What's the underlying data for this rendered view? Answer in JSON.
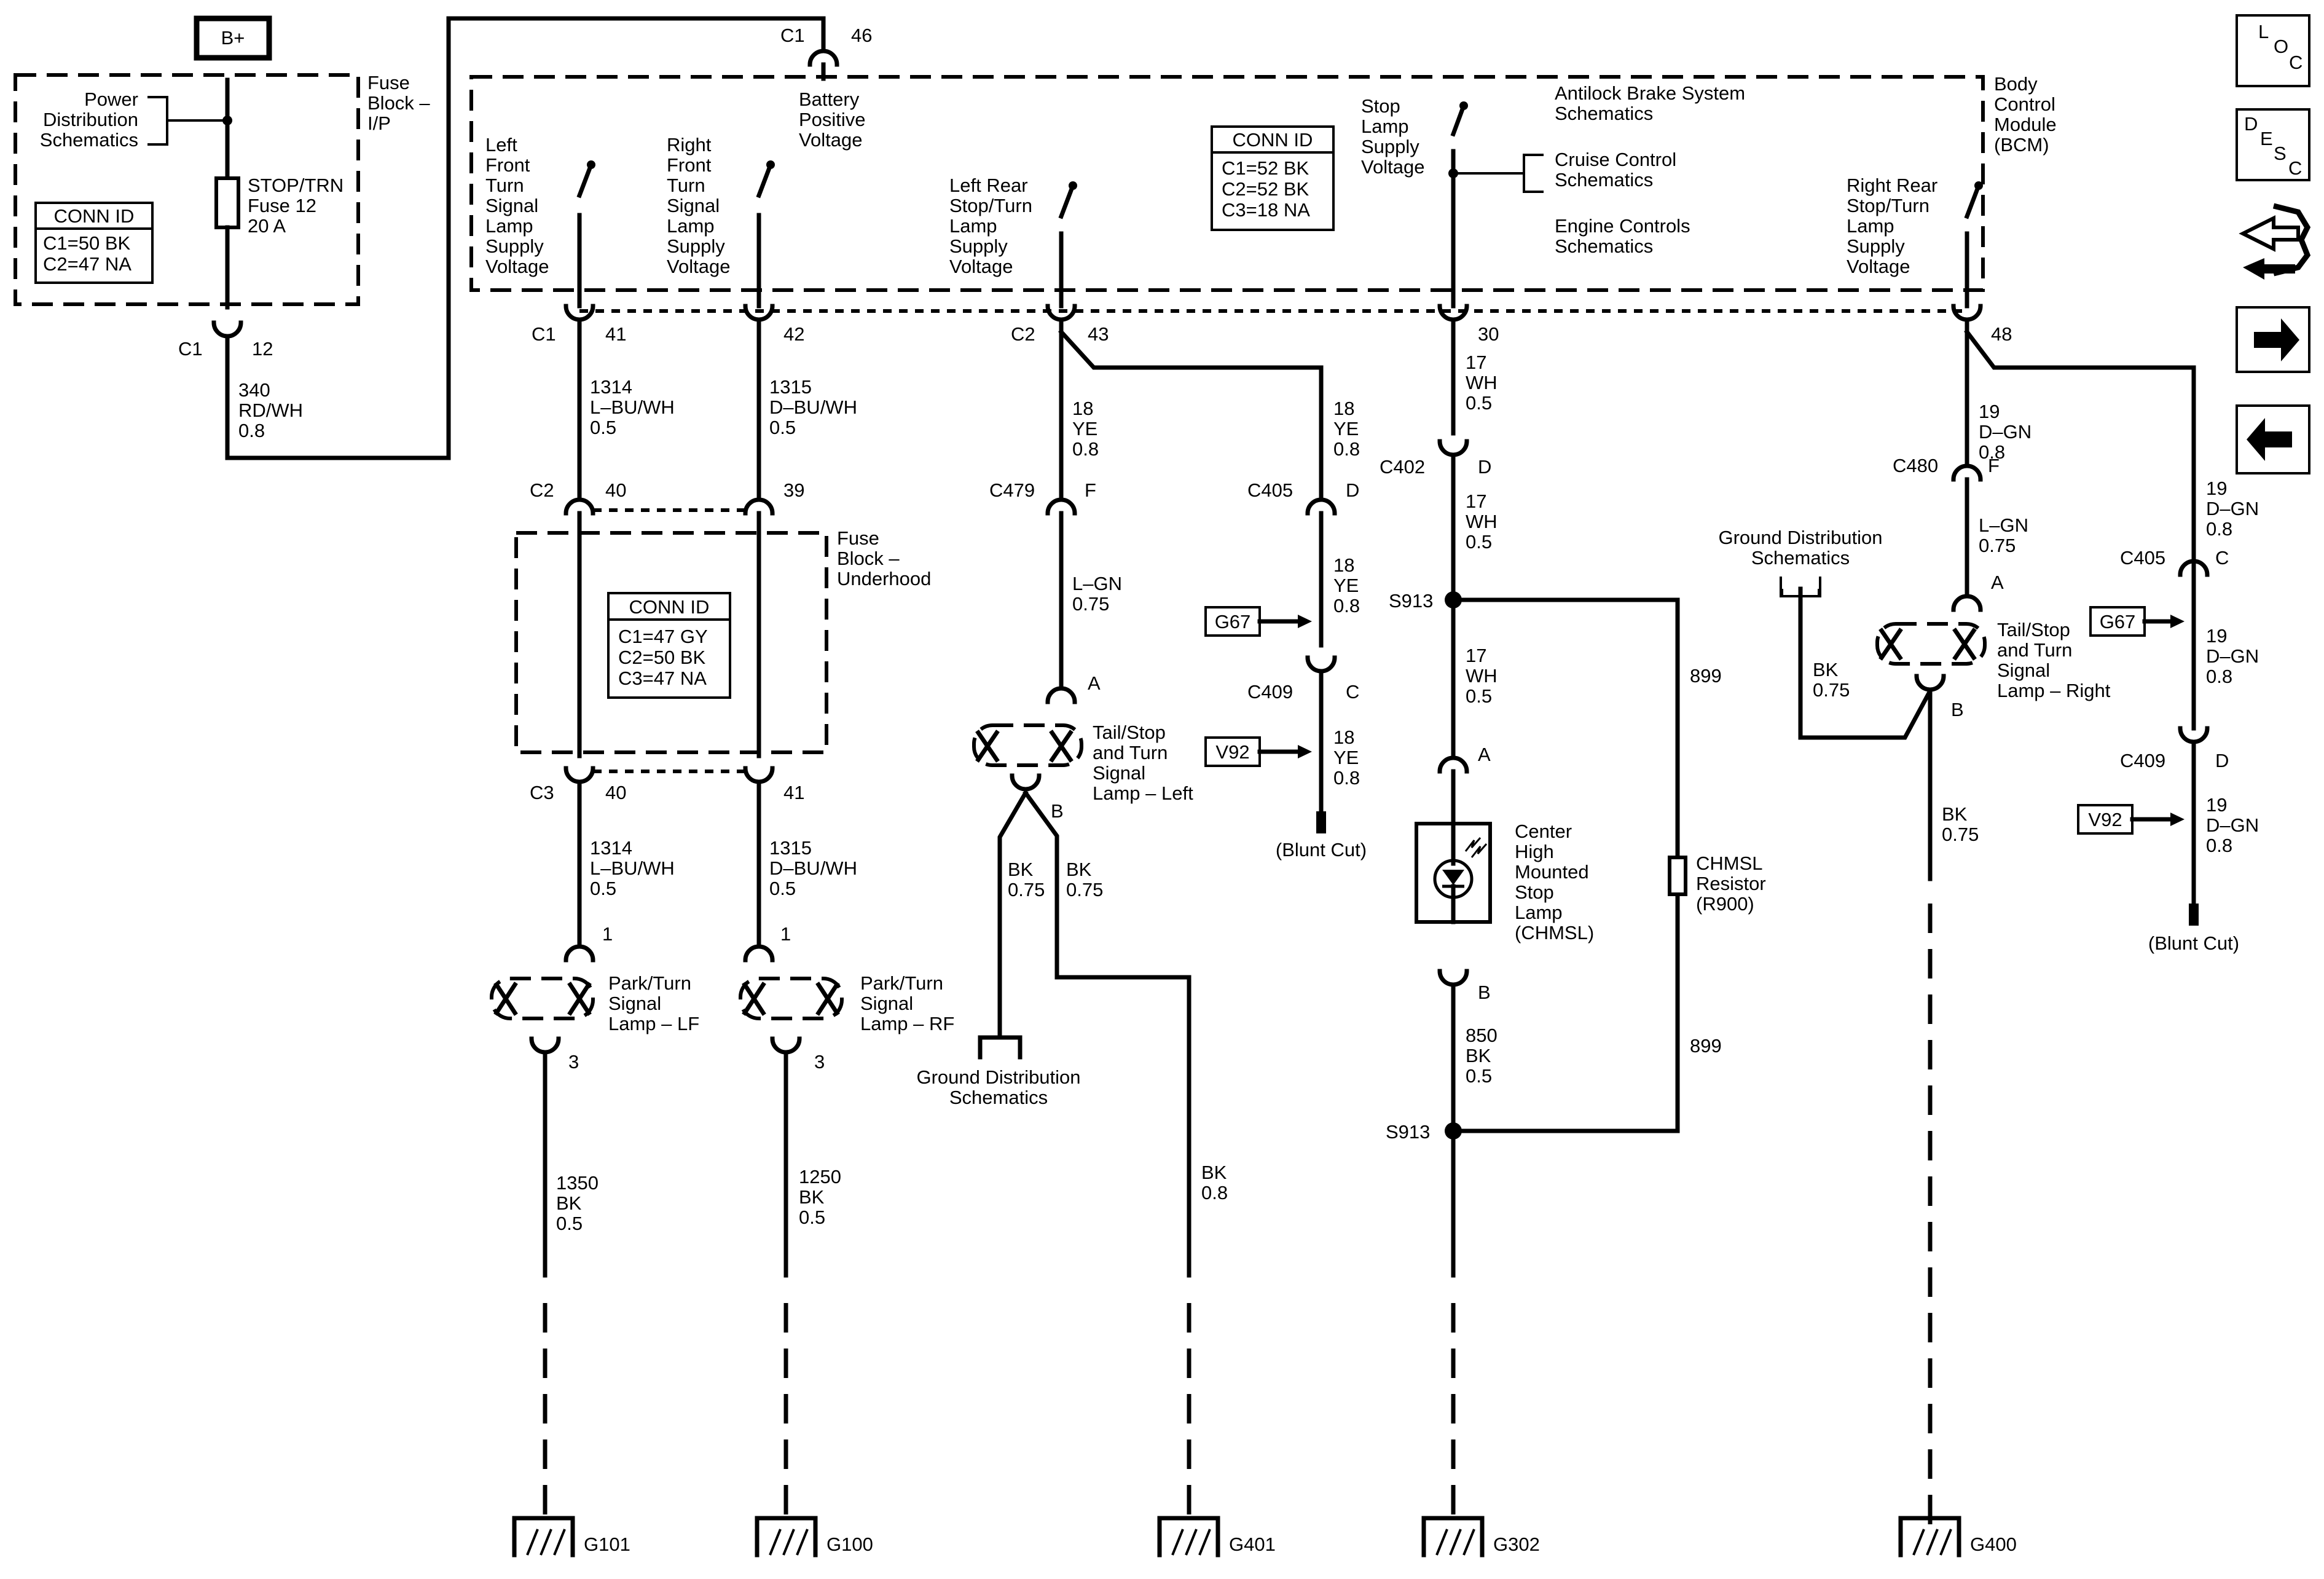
{
  "power": {
    "b_plus": "B+",
    "power_dist": [
      "Power",
      "Distribution",
      "Schematics"
    ],
    "fuse_block_ip": [
      "Fuse",
      "Block –",
      "I/P"
    ],
    "fuse_label": [
      "STOP/TRN",
      "Fuse 12",
      "20 A"
    ],
    "conn_id_title": "CONN ID",
    "conn_id_lines": [
      "C1=50 BK",
      "C2=47 NA"
    ],
    "c1_12": [
      "C1",
      "12"
    ],
    "wire_340": [
      "340",
      "RD/WH",
      "0.8"
    ],
    "c1_46": [
      "C1",
      "46"
    ]
  },
  "bcm": {
    "title": [
      "Body",
      "Control",
      "Module",
      "(BCM)"
    ],
    "battery": [
      "Battery",
      "Positive",
      "Voltage"
    ],
    "conn_id_title": "CONN ID",
    "conn_id_lines": [
      "C1=52 BK",
      "C2=52 BK",
      "C3=18 NA"
    ],
    "lf_supply": [
      "Left",
      "Front",
      "Turn",
      "Signal",
      "Lamp",
      "Supply",
      "Voltage"
    ],
    "rf_supply": [
      "Right",
      "Front",
      "Turn",
      "Signal",
      "Lamp",
      "Supply",
      "Voltage"
    ],
    "lr_supply": [
      "Left Rear",
      "Stop/Turn",
      "Lamp",
      "Supply",
      "Voltage"
    ],
    "stop_supply": [
      "Stop",
      "Lamp",
      "Supply",
      "Voltage"
    ],
    "abs": [
      "Antilock Brake System",
      "Schematics"
    ],
    "cruise": [
      "Cruise Control",
      "Schematics"
    ],
    "engine": [
      "Engine Controls",
      "Schematics"
    ],
    "rr_supply": [
      "Right Rear",
      "Stop/Turn",
      "Lamp",
      "Supply",
      "Voltage"
    ]
  },
  "pins": {
    "c1_41": [
      "C1",
      "41"
    ],
    "p42": "42",
    "c2_43": [
      "C2",
      "43"
    ],
    "p30": "30",
    "p48": "48",
    "c2_40": [
      "C2",
      "40"
    ],
    "p39": "39",
    "c3_40": [
      "C3",
      "40"
    ],
    "p41b": "41"
  },
  "wires": {
    "w1314a": [
      "1314",
      "L–BU/WH",
      "0.5"
    ],
    "w1315a": [
      "1315",
      "D–BU/WH",
      "0.5"
    ],
    "w1314b": [
      "1314",
      "L–BU/WH",
      "0.5"
    ],
    "w1315b": [
      "1315",
      "D–BU/WH",
      "0.5"
    ],
    "w18_ye_a": [
      "18",
      "YE",
      "0.8"
    ],
    "w18_ye_b": [
      "18",
      "YE",
      "0.8"
    ],
    "w18_ye_c": [
      "18",
      "YE",
      "0.8"
    ],
    "w18_ye_d": [
      "18",
      "YE",
      "0.8"
    ],
    "w_lgn_075": [
      "L–GN",
      "0.75"
    ],
    "w17_a": [
      "17",
      "WH",
      "0.5"
    ],
    "w17_b": [
      "17",
      "WH",
      "0.5"
    ],
    "w17_c": [
      "17",
      "WH",
      "0.5"
    ],
    "w850": [
      "850",
      "BK",
      "0.5"
    ],
    "w899_top": "899",
    "w899_bot": "899",
    "w19_dgn_a": [
      "19",
      "D–GN",
      "0.8"
    ],
    "w_lgn_075_r": [
      "L–GN",
      "0.75"
    ],
    "w19_dgn_b": [
      "19",
      "D–GN",
      "0.8"
    ],
    "w19_dgn_c": [
      "19",
      "D–GN",
      "0.8"
    ],
    "w19_dgn_d": [
      "19",
      "D–GN",
      "0.8"
    ],
    "w_bk075_l1": [
      "BK",
      "0.75"
    ],
    "w_bk075_l2": [
      "BK",
      "0.75"
    ],
    "w_bk075_r1": [
      "BK",
      "0.75"
    ],
    "w_bk075_r2": [
      "BK",
      "0.75"
    ],
    "w1350": [
      "1350",
      "BK",
      "0.5"
    ],
    "w1250": [
      "1250",
      "BK",
      "0.5"
    ],
    "w_bk08": [
      "BK",
      "0.8"
    ]
  },
  "fuse_underhood": {
    "title": [
      "Fuse",
      "Block –",
      "Underhood"
    ],
    "conn_id_title": "CONN ID",
    "conn_id_lines": [
      "C1=47 GY",
      "C2=50 BK",
      "C3=47 NA"
    ]
  },
  "connectors": {
    "c479": [
      "C479",
      "F"
    ],
    "c479_a": "A",
    "c405_d": [
      "C405",
      "D"
    ],
    "c409_c": [
      "C409",
      "C"
    ],
    "c402_d": [
      "C402",
      "D"
    ],
    "s913_top": "S913",
    "s913_bot": "S913",
    "chmsl_a": "A",
    "chmsl_b": "B",
    "c480_f": [
      "C480",
      "F"
    ],
    "c480_a": "A",
    "c405_c": [
      "C405",
      "C"
    ],
    "c409_d": [
      "C409",
      "D"
    ],
    "lf_1": "1",
    "lf_3": "3",
    "rf_1": "1",
    "rf_3": "3",
    "tl_b": "B",
    "tr_b": "B"
  },
  "components": {
    "lamp_lf": [
      "Park/Turn",
      "Signal",
      "Lamp – LF"
    ],
    "lamp_rf": [
      "Park/Turn",
      "Signal",
      "Lamp – RF"
    ],
    "lamp_left": [
      "Tail/Stop",
      "and Turn",
      "Signal",
      "Lamp – Left"
    ],
    "lamp_right": [
      "Tail/Stop",
      "and Turn",
      "Signal",
      "Lamp – Right"
    ],
    "chmsl": [
      "Center",
      "High",
      "Mounted",
      "Stop",
      "Lamp",
      "(CHMSL)"
    ],
    "resistor": [
      "CHMSL",
      "Resistor",
      "(R900)"
    ],
    "ground_dist_left": [
      "Ground Distribution",
      "Schematics"
    ],
    "ground_dist_right": [
      "Ground Distribution",
      "Schematics"
    ],
    "blunt_left": "(Blunt Cut)",
    "blunt_right": "(Blunt Cut)"
  },
  "options": {
    "g67_a": "G67",
    "v92_a": "V92",
    "g67_b": "G67",
    "v92_b": "V92"
  },
  "grounds": [
    "G101",
    "G100",
    "G401",
    "G302",
    "G400"
  ],
  "nav": {
    "loc": [
      "L",
      "O",
      "C"
    ],
    "desc": [
      "D",
      "E",
      "S",
      "C"
    ],
    "items": [
      "loc-button",
      "desc-button",
      "connector-repair-button",
      "next-button",
      "previous-button"
    ]
  }
}
